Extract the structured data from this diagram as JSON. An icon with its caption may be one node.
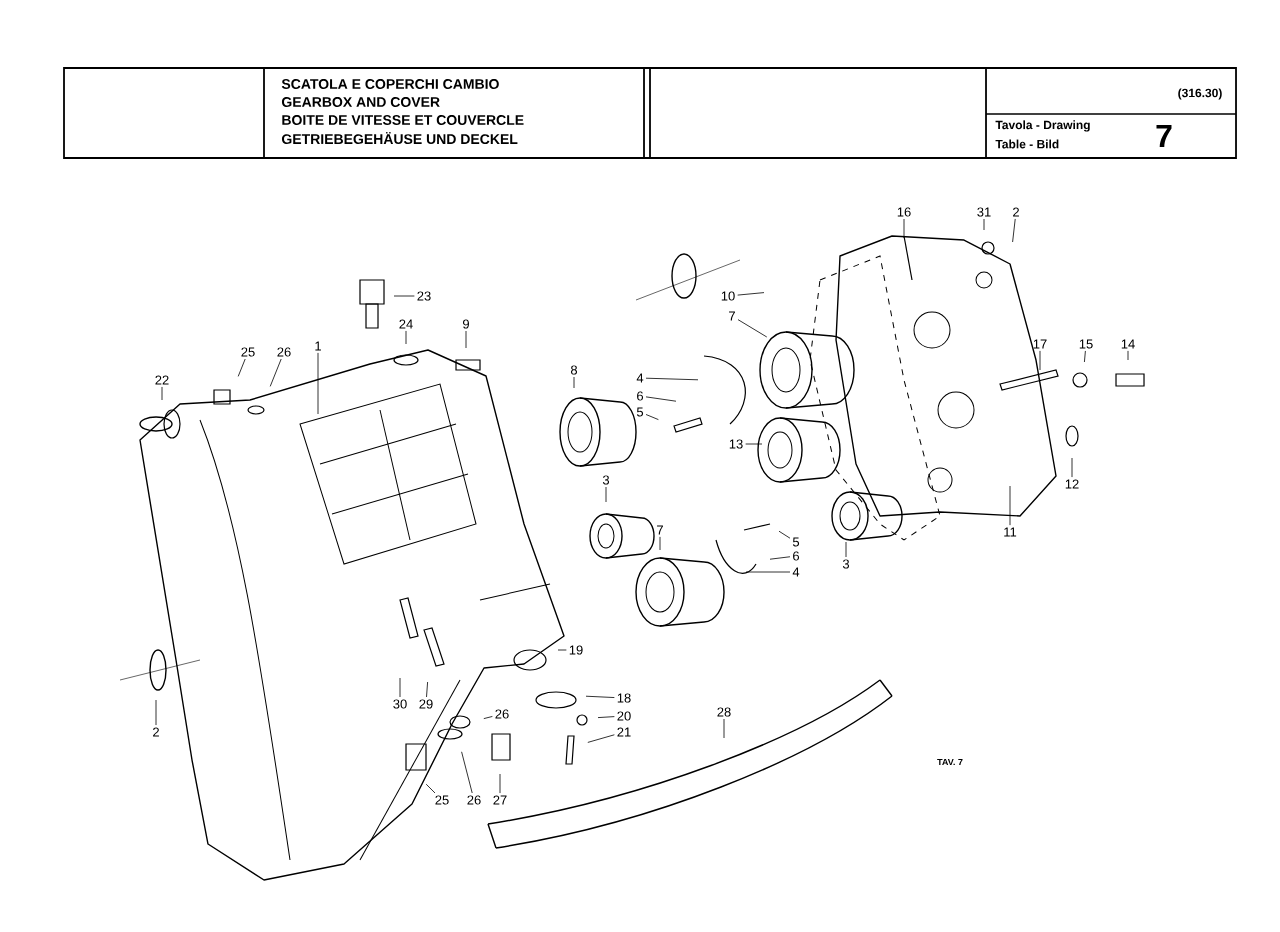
{
  "diagram": {
    "nodes": [
      {
        "text": [
          "16"
        ]
      },
      {
        "text": [
          "31"
        ]
      },
      {
        "text": [
          "2"
        ]
      },
      {
        "text": [
          "10"
        ]
      },
      {
        "text": [
          "7"
        ]
      },
      {
        "text": [
          "23"
        ]
      },
      {
        "text": [
          "24"
        ]
      },
      {
        "text": [
          "9"
        ]
      },
      {
        "text": [
          "1"
        ]
      },
      {
        "text": [
          "25"
        ]
      },
      {
        "text": [
          "26"
        ]
      },
      {
        "text": [
          "22"
        ]
      },
      {
        "text": [
          "8"
        ]
      },
      {
        "text": [
          "4"
        ]
      },
      {
        "text": [
          "6"
        ]
      },
      {
        "text": [
          "5"
        ]
      },
      {
        "text": [
          "17"
        ]
      },
      {
        "text": [
          "15"
        ]
      },
      {
        "text": [
          "14"
        ]
      },
      {
        "text": [
          "13"
        ]
      },
      {
        "text": [
          "3"
        ]
      },
      {
        "text": [
          "12"
        ]
      },
      {
        "text": [
          "7"
        ]
      },
      {
        "text": [
          "11"
        ]
      },
      {
        "text": [
          "5"
        ]
      },
      {
        "text": [
          "6"
        ]
      },
      {
        "text": [
          "4"
        ]
      },
      {
        "text": [
          "3"
        ]
      },
      {
        "text": [
          "19"
        ]
      },
      {
        "text": [
          "18"
        ]
      },
      {
        "text": [
          "30"
        ]
      },
      {
        "text": [
          "29"
        ]
      },
      {
        "text": [
          "26"
        ]
      },
      {
        "text": [
          "20"
        ]
      },
      {
        "text": [
          "28"
        ]
      },
      {
        "text": [
          "2"
        ]
      },
      {
        "text": [
          "21"
        ]
      },
      {
        "text": [
          "25"
        ]
      },
      {
        "text": [
          "26"
        ]
      },
      {
        "text": [
          "27"
        ]
      }
    ],
    "edges": [
      {
        "from": 0,
        "to": null,
        "arrow": "none"
      },
      {
        "from": 1,
        "to": null,
        "arrow": "none"
      },
      {
        "from": 2,
        "to": null,
        "arrow": "none"
      },
      {
        "from": 3,
        "to": null,
        "arrow": "none"
      },
      {
        "from": 4,
        "to": null,
        "arrow": "none"
      },
      {
        "from": 5,
        "to": null,
        "arrow": "none"
      },
      {
        "from": 6,
        "to": null,
        "arrow": "none"
      },
      {
        "from": 7,
        "to": null,
        "arrow": "none"
      },
      {
        "from": 8,
        "to": null,
        "arrow": "none"
      },
      {
        "from": 9,
        "to": null,
        "arrow": "none"
      },
      {
        "from": 10,
        "to": null,
        "arrow": "none"
      },
      {
        "from": 11,
        "to": null,
        "arrow": "none"
      },
      {
        "from": 12,
        "to": null,
        "arrow": "none"
      },
      {
        "from": 13,
        "to": null,
        "arrow": "none"
      },
      {
        "from": 14,
        "to": null,
        "arrow": "none"
      },
      {
        "from": 15,
        "to": null,
        "arrow": "none"
      },
      {
        "from": 16,
        "to": null,
        "arrow": "none"
      },
      {
        "from": 17,
        "to": null,
        "arrow": "none"
      },
      {
        "from": 18,
        "to": null,
        "arrow": "none"
      },
      {
        "from": 19,
        "to": null,
        "arrow": "none"
      },
      {
        "from": 20,
        "to": null,
        "arrow": "none"
      },
      {
        "from": 21,
        "to": null,
        "arrow": "none"
      },
      {
        "from": 22,
        "to": null,
        "arrow": "none"
      },
      {
        "from": 23,
        "to": null,
        "arrow": "none"
      },
      {
        "from": 24,
        "to": null,
        "arrow": "none"
      },
      {
        "from": 25,
        "to": null,
        "arrow": "none"
      },
      {
        "from": 26,
        "to": null,
        "arrow": "none"
      },
      {
        "from": 27,
        "to": null,
        "arrow": "none"
      },
      {
        "from": 28,
        "to": null,
        "arrow": "none"
      },
      {
        "from": 29,
        "to": null,
        "arrow": "none"
      },
      {
        "from": 30,
        "to": null,
        "arrow": "none"
      },
      {
        "from": 31,
        "to": null,
        "arrow": "none"
      },
      {
        "from": 32,
        "to": null,
        "arrow": "none"
      },
      {
        "from": 33,
        "to": null,
        "arrow": "none"
      },
      {
        "from": 34,
        "to": null,
        "arrow": "none"
      },
      {
        "from": 35,
        "to": null,
        "arrow": "none"
      },
      {
        "from": 36,
        "to": null,
        "arrow": "none"
      },
      {
        "from": 37,
        "to": null,
        "arrow": "none"
      },
      {
        "from": 38,
        "to": null,
        "arrow": "none"
      },
      {
        "from": 39,
        "to": null,
        "arrow": "none"
      }
    ],
    "labels": [
      "SCATOLA E COPERCHI CAMBIO",
      "GEARBOX AND COVER",
      "BOITE DE VITESSE ET COUVERCLE",
      "GETRIEBEGEHÄUSE UND DECKEL",
      "(316.30)",
      "Tavola - Drawing",
      "Table - Bild",
      "7",
      "TAV. 7"
    ]
  }
}
